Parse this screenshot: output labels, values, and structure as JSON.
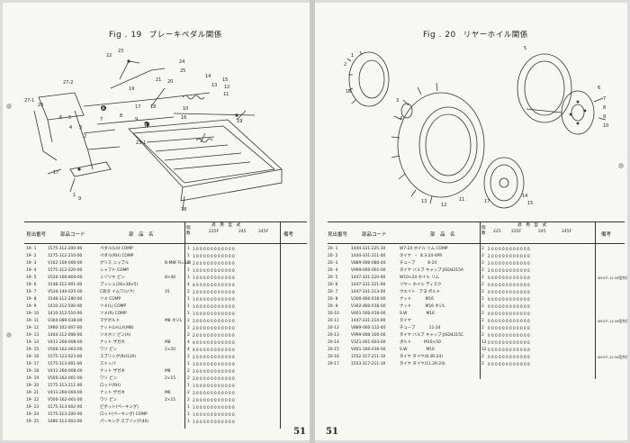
{
  "left": {
    "fig_no": "Fig . 19",
    "fig_title": "ブレーキペダル関係",
    "page_no": "51",
    "callouts": [
      "22",
      "23",
      "24",
      "25",
      "21",
      "20",
      "19",
      "14",
      "15",
      "13",
      "12",
      "11",
      "10",
      "16",
      "17",
      "18",
      "27-2",
      "27-1",
      "26",
      "6",
      "5",
      "4",
      "3",
      "2",
      "7",
      "8",
      "9",
      "A",
      "B",
      "A",
      "B",
      "23-1",
      "19",
      "1",
      "9",
      "17",
      "18"
    ],
    "table_head": {
      "ref": "見出番号",
      "code": "部品コード",
      "name": "部　品　名",
      "qty": "個数",
      "group": "適　用　型　式",
      "models": [
        "225F",
        "245",
        "245F"
      ],
      "subs": [
        "D",
        "X",
        "U",
        "S",
        "W"
      ],
      "note": "備考"
    },
    "rows": [
      {
        "ref": "19- 1",
        "code": "1575-312-200-00",
        "name": "ペダル(LH) COMP",
        "spec": "",
        "qty": "1",
        "app": "1 0 0 0 0 0 0 0 0 0 0 0"
      },
      {
        "ref": "19- 2",
        "code": "1575-312-210-00",
        "name": "ペダル(RH) COMP",
        "spec": "",
        "qty": "1",
        "app": "1 0 0 0 0 0 0 0 0 0 0 0"
      },
      {
        "ref": "19- 3",
        "code": "V162-100-000-00",
        "name": "グリス ニップル",
        "spec": "B-M8F R=1/8",
        "qty": "2",
        "app": "2 0 0 0 0 0 0 0 0 0 0 0"
      },
      {
        "ref": "19- 4",
        "code": "1575-312-220-00",
        "name": "シャフト COMP",
        "spec": "",
        "qty": "1",
        "app": "1 0 0 0 0 0 0 0 0 0 0 0"
      },
      {
        "ref": "19- 5",
        "code": "V530-160-804-00",
        "name": "ミゾツキ ピン",
        "spec": "8×40",
        "qty": "1",
        "app": "1 0 0 0 0 0 0 0 0 0 0 0"
      },
      {
        "ref": "19- 6",
        "code": "1548-312-001-00",
        "name": "ブッシュ(28×38×5)",
        "spec": "",
        "qty": "4",
        "app": "4 0 0 0 0 0 0 0 0 0 0 0"
      },
      {
        "ref": "19- 7",
        "code": "V534-140-025-00",
        "name": "C形タ イムワ(ジク)",
        "spec": "15",
        "qty": "2",
        "app": "2 0 0 0 0 0 0 0 0 0 0 0"
      },
      {
        "ref": "19- 8",
        "code": "1548-312-280-00",
        "name": "ツメ COMP",
        "spec": "",
        "qty": "1",
        "app": "1 0 0 0 0 0 0 0 0 0 0 0"
      },
      {
        "ref": "19- 9",
        "code": "1410-312-500-00",
        "name": "ツメ(L) COMP",
        "spec": "",
        "qty": "1",
        "app": "1 0 0 0 0 0 0 0 0 0 0 0"
      },
      {
        "ref": "19- 10",
        "code": "1410-312-510-00",
        "name": "ツメ(R) COMP",
        "spec": "",
        "qty": "1",
        "app": "1 0 0 0 0 0 0 0 0 0 0 0"
      },
      {
        "ref": "19- 11",
        "code": "V304-080-038-00",
        "name": "マゲボルト",
        "spec": "M8 ネジL",
        "qty": "2",
        "app": "2 0 0 0 0 0 0 0 0 0 0 0"
      },
      {
        "ref": "19- 12",
        "code": "1960-102-007-00",
        "name": "ナット(LH,LH,M8)",
        "spec": "",
        "qty": "2",
        "app": "2 0 0 0 0 0 0 0 0 0 0 0"
      },
      {
        "ref": "19- 13",
        "code": "1404-312-008-00",
        "name": "ツメホソ ピン(A)",
        "spec": "",
        "qty": "2",
        "app": "2 0 0 0 0 0 0 0 0 0 0 0"
      },
      {
        "ref": "19- 14",
        "code": "V411-260-008-00",
        "name": "ナット ザガネ",
        "spec": "M8",
        "qty": "4",
        "app": "4 0 0 0 0 0 0 0 0 0 0 0"
      },
      {
        "ref": "19- 15",
        "code": "V500-162-003-00",
        "name": "ワリ ピン",
        "spec": "2×20",
        "qty": "4",
        "app": "4 0 0 0 0 0 0 0 0 0 0 0"
      },
      {
        "ref": "19- 16",
        "code": "1575-123-023-00",
        "name": "スプリング(RH130)",
        "spec": "",
        "qty": "2",
        "app": "2 0 0 0 0 0 0 0 0 0 0 0"
      },
      {
        "ref": "19- 17",
        "code": "1575-313-001-00",
        "name": "ストッパ",
        "spec": "",
        "qty": "1",
        "app": "1 0 0 0 0 0 0 0 0 0 0 0"
      },
      {
        "ref": "19- 18",
        "code": "V411-260-008-00",
        "name": "ナット ザガネ",
        "spec": "M8",
        "qty": "2",
        "app": "2 0 0 0 0 0 0 0 0 0 0 0"
      },
      {
        "ref": "19- 19",
        "code": "V500-162-001-00",
        "name": "ワリ ピン",
        "spec": "2×15",
        "qty": "2",
        "app": "2 0 0 0 0 0 0 0 0 0 0 0"
      },
      {
        "ref": "19- 20",
        "code": "1575-313-211-00",
        "name": "ロッド(RH)",
        "spec": "",
        "qty": "1",
        "app": "1 0 0 0 0 0 0 0 0 0 0 0"
      },
      {
        "ref": "19- 21",
        "code": "V411-260-004-00",
        "name": "ナット ザガネ",
        "spec": "M6",
        "qty": "2",
        "app": "2 0 0 0 0 0 0 0 0 0 0 0"
      },
      {
        "ref": "19- 22",
        "code": "V500-162-001-00",
        "name": "ワリ ピン",
        "spec": "2×15",
        "qty": "2",
        "app": "2 0 0 0 0 0 0 0 0 0 0 0"
      },
      {
        "ref": "19- 23",
        "code": "1575-313-002-00",
        "name": "ピボット(ペーキング)",
        "spec": "",
        "qty": "1",
        "app": "1 0 0 0 0 0 0 0 0 0 0 0"
      },
      {
        "ref": "19- 24",
        "code": "1575-313-200-00",
        "name": "ロッド(ペーキング) COMP",
        "spec": "",
        "qty": "1",
        "app": "1 0 0 0 0 0 0 0 0 0 0 0"
      },
      {
        "ref": "19- 25",
        "code": "1480-313-003-00",
        "name": "パーキング スプリング(40)",
        "spec": "",
        "qty": "1",
        "app": "1 0 0 0 0 0 0 0 0 0 0 0"
      }
    ]
  },
  "right": {
    "fig_no": "Fig . 20",
    "fig_title": "リヤーホイル関係",
    "page_no": "51",
    "callouts": [
      "1",
      "2",
      "3",
      "4",
      "5",
      "6",
      "7",
      "8",
      "9",
      "10",
      "11",
      "12",
      "13",
      "14",
      "15",
      "16",
      "17"
    ],
    "table_head": {
      "ref": "見出番号",
      "code": "部品コード",
      "name": "部　品　名",
      "qty": "個数",
      "group": "適　用　型　式",
      "models": [
        "225",
        "225F",
        "245",
        "245F"
      ],
      "note": "備考"
    },
    "rows": [
      {
        "ref": "20- 1",
        "code": "1444-331-225-10",
        "name": "W7-24 ホイル リム COMP",
        "qty": "2",
        "app": "2 0 0 0 0 0 0 0 0 0 0 0",
        "note": ""
      },
      {
        "ref": "20- 2",
        "code": "1444-331-211-00",
        "name": "タイヤ  ・  8.3-24-4PR",
        "qty": "2",
        "app": "2 0 0 0 0 0 0 0 0 0 0 0",
        "note": ""
      },
      {
        "ref": "20- 3",
        "code": "V889-000-080-40",
        "name": "チューブ          8-24",
        "qty": "2",
        "app": "2 0 0 0 0 0 0 0 0 0 0 0",
        "note": ""
      },
      {
        "ref": "20- 4",
        "code": "V999-000-001-00",
        "name": "タイヤ バルブ キャップ JISD4315A",
        "qty": "2",
        "app": "2 0 0 0 0 0 0 0 0 0 0 0",
        "note": ""
      },
      {
        "ref": "20- 5",
        "code": "1447-331-220-00",
        "name": "W10×24 ホイル リム",
        "qty": "2",
        "app": "0 0 0 0 0 0 0 0 0 0 0 0",
        "note": "WOCF-12 06型共用"
      },
      {
        "ref": "20- 6",
        "code": "1447-331-221-00",
        "name": "リヤー ホイル ディスク",
        "qty": "2",
        "app": "0 0 0 0 0 0 0 0 0 0 0 0",
        "note": ""
      },
      {
        "ref": "20- 7",
        "code": "1447-331-213-00",
        "name": "ウエイト   アヨ ボルト",
        "qty": "2",
        "app": "0 0 0 0 0 0 0 0 0 0 0 0",
        "note": ""
      },
      {
        "ref": "20- 8",
        "code": "V300-460-016-00",
        "name": "ナット           M16",
        "qty": "2",
        "app": "0 0 0 0 0 0 0 0 0 0 0 0",
        "note": ""
      },
      {
        "ref": "20- 9",
        "code": "V302-460-016-00",
        "name": "ナット           M16 ネジL",
        "qty": "2",
        "app": "0 0 0 0 0 0 0 0 0 0 0 0",
        "note": ""
      },
      {
        "ref": "20-10",
        "code": "V401-160-016-00",
        "name": "S.W               M16",
        "qty": "2",
        "app": "0 0 0 0 0 0 0 0 0 0 0 0",
        "note": ""
      },
      {
        "ref": "20-11",
        "code": "1447-331-214-00",
        "name": "タイヤ",
        "qty": "2",
        "app": "0 0 0 0 0 0 0 0 0 0 0 0",
        "note": "WOCF-12 06型共用"
      },
      {
        "ref": "20-12",
        "code": "V889-000-112-40",
        "name": "チューブ           11-24",
        "qty": "2",
        "app": "0 0 0 0 0 0 0 0 0 0 0 0",
        "note": ""
      },
      {
        "ref": "20-13",
        "code": "V999-000-100-00",
        "name": "タイヤ バルブ キャップ JISD4315C",
        "qty": "2",
        "app": "0 0 0 0 0 0 0 0 0 0 0 0",
        "note": ""
      },
      {
        "ref": "20-14",
        "code": "V321-461-603-00",
        "name": "ボルト          M16×50",
        "qty": "12",
        "app": "0 0 0 0 0 0 0 0 0 0 0 0",
        "note": ""
      },
      {
        "ref": "20-15",
        "code": "V401-160-016-00",
        "name": "S.W               M16",
        "qty": "12",
        "app": "0 0 0 0 0 0 0 0 0 0 0 0",
        "note": ""
      },
      {
        "ref": "20-16",
        "code": "1552-317-211-10",
        "name": "タイヤ タイヤ(8.3R-24)",
        "qty": "2",
        "app": "0 0 0 0 0 0 0 0 0 0 0 0",
        "note": "WOCF-12 06型共用"
      },
      {
        "ref": "20-17",
        "code": "1553-317-211-10",
        "name": "タイヤ タイヤ(11.2R-24)",
        "qty": "2",
        "app": "0 0 0 0 0 0 0 0 0 0 0 0",
        "note": ""
      }
    ]
  }
}
